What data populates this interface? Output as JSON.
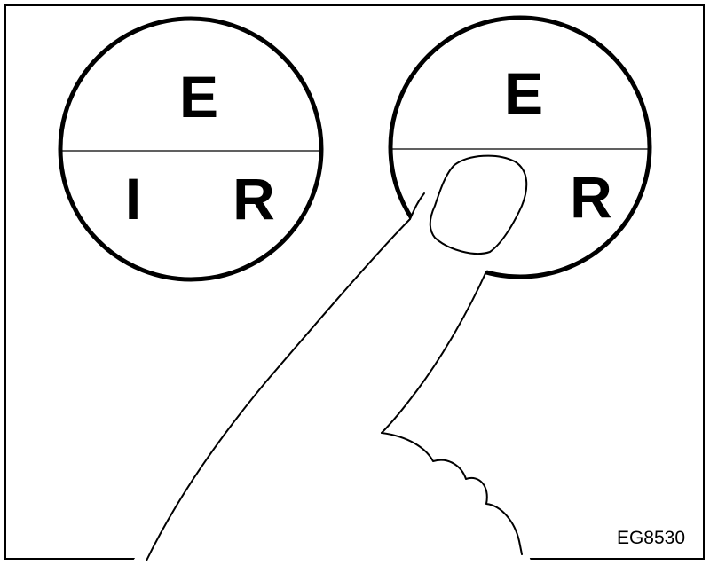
{
  "figure": {
    "left_selector": {
      "top_label": "E",
      "bottom_left_label": "I",
      "bottom_right_label": "R"
    },
    "right_selector": {
      "top_label": "E",
      "bottom_right_label": "R"
    },
    "figure_code": "EG8530",
    "icons": [
      "finger-pointing-icon"
    ],
    "colors": {
      "ink": "#000000",
      "background": "#ffffff"
    }
  }
}
